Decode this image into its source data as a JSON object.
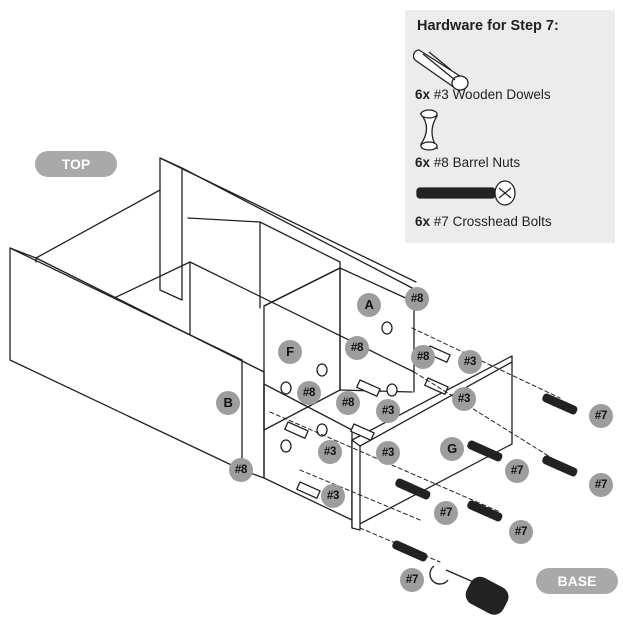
{
  "hardware": {
    "title": "Hardware for Step 7:",
    "items": [
      {
        "qty": "6x",
        "label": "#3 Wooden Dowels",
        "icon": "wooden-dowel-icon"
      },
      {
        "qty": "6x",
        "label": "#8 Barrel Nuts",
        "icon": "barrel-nut-icon"
      },
      {
        "qty": "6x",
        "label": "#7 Crosshead Bolts",
        "icon": "crosshead-bolt-icon"
      }
    ]
  },
  "labels": {
    "top": "TOP",
    "base": "BASE"
  },
  "panels": {
    "a": "A",
    "b": "B",
    "f": "F",
    "g": "G"
  },
  "callouts": {
    "c1": "#8",
    "c2": "#8",
    "c3": "#8",
    "c4": "#8",
    "c5": "#8",
    "c6": "#8",
    "c7": "#3",
    "c8": "#3",
    "c9": "#3",
    "c10": "#3",
    "c11": "#3",
    "c12": "#3",
    "c13": "#7",
    "c14": "#7",
    "c15": "#7",
    "c16": "#7",
    "c17": "#7",
    "c18": "#7"
  },
  "colors": {
    "line": "#222222",
    "badge": "#9d9d9d",
    "pill": "#a9a9a9",
    "box": "#ececec"
  }
}
